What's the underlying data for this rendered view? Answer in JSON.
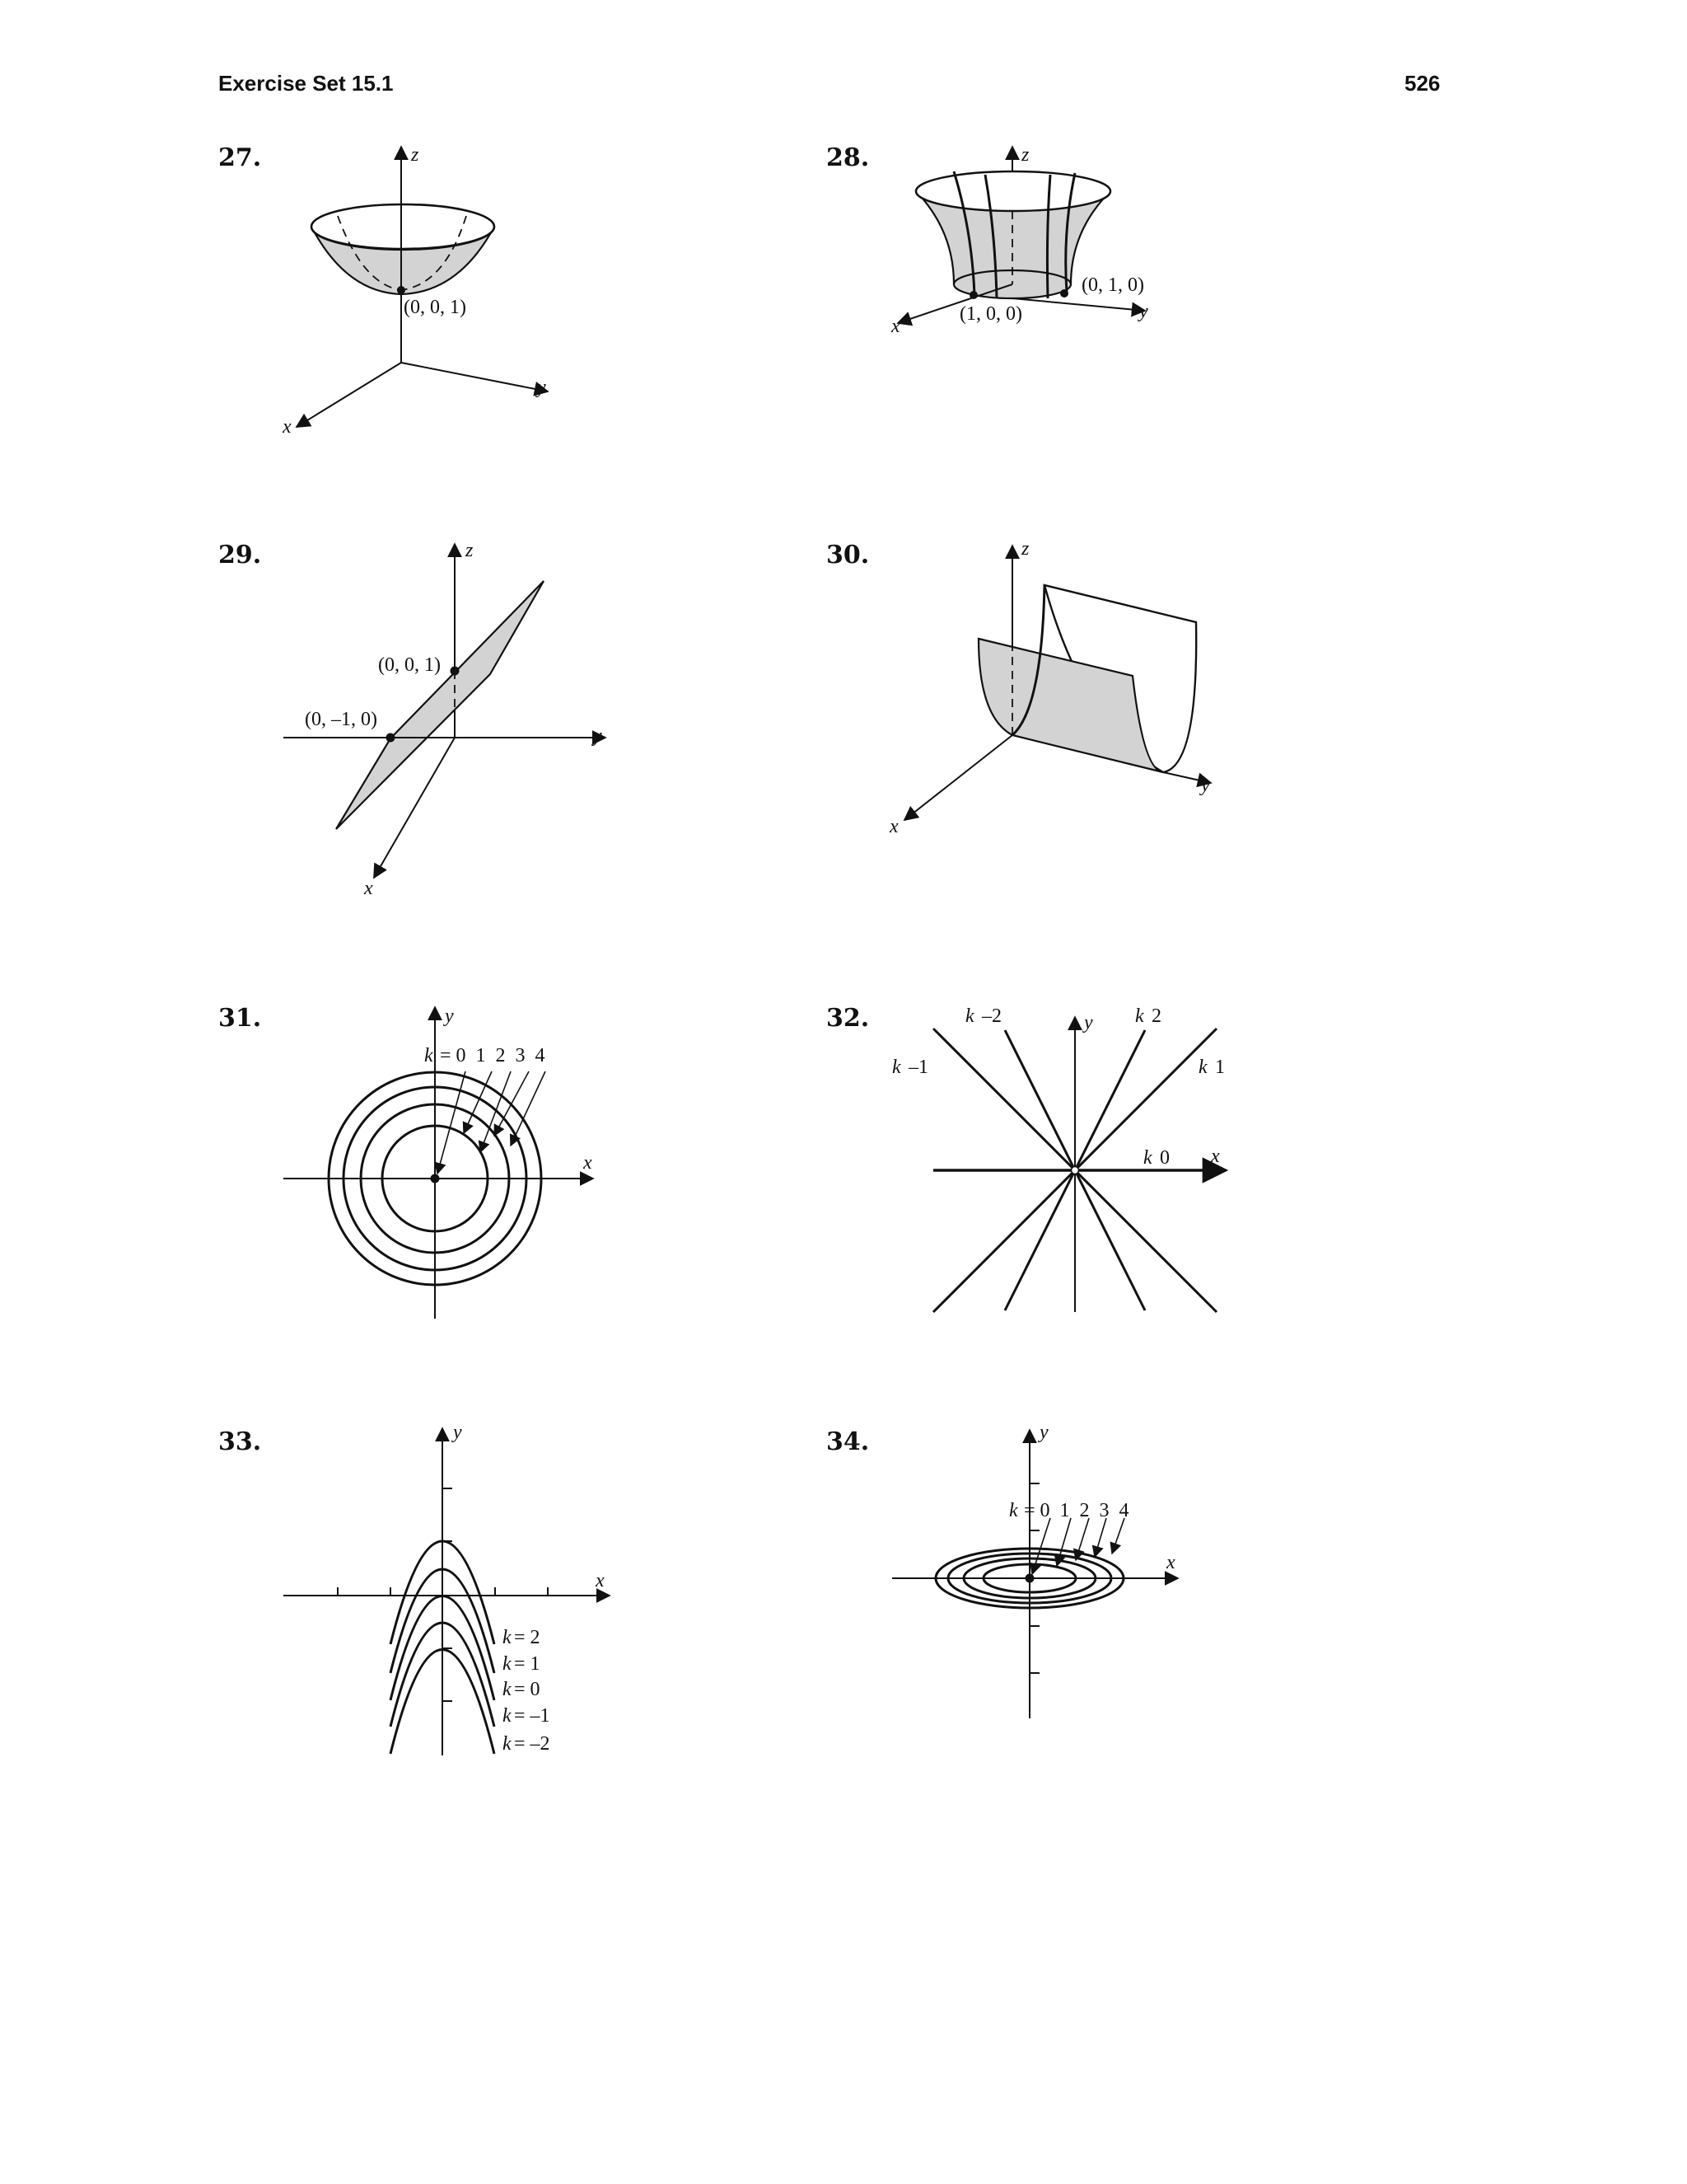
{
  "header": {
    "section": "Exercise Set 15.1",
    "page": "526"
  },
  "axes": {
    "x": "x",
    "y": "y",
    "z": "z"
  },
  "figures": [
    {
      "number": "27.",
      "points": [
        "(0, 0, 1)"
      ]
    },
    {
      "number": "28.",
      "points": [
        "(0, 1, 0)",
        "(1, 0, 0)"
      ]
    },
    {
      "number": "29.",
      "points": [
        "(0, 0, 1)",
        "(0, –1, 0)"
      ]
    },
    {
      "number": "30."
    },
    {
      "number": "31.",
      "k_label": "k",
      "k_values": "= 0  1  2  3  4"
    },
    {
      "number": "32.",
      "labels": [
        "–2",
        "2",
        "–1",
        "1",
        "0"
      ]
    },
    {
      "number": "33.",
      "labels": [
        "= 2",
        "= 1",
        "= 0",
        "= –1",
        "= –2"
      ]
    },
    {
      "number": "34.",
      "k_label": "k",
      "k_values": "= 0  1  2  3  4"
    }
  ],
  "k_symbol": "k"
}
